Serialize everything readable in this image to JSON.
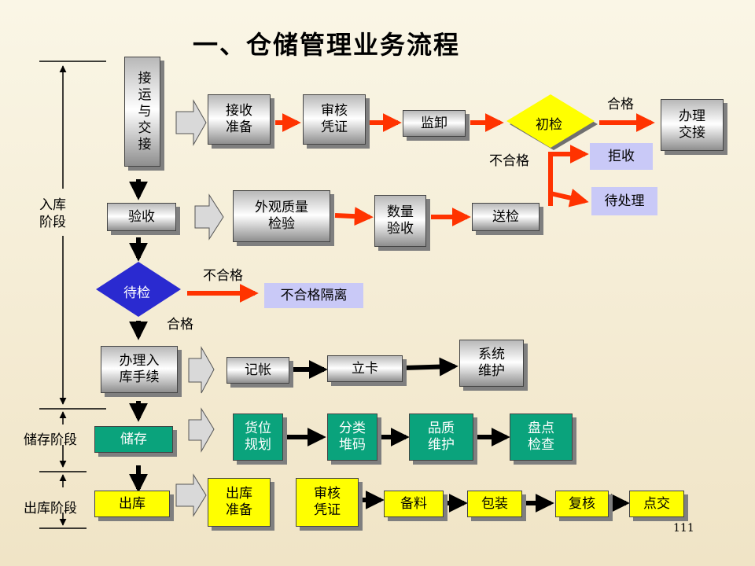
{
  "title": "一、仓储管理业务流程",
  "page_number": "111",
  "stage_labels": {
    "inbound": "入库\n阶段",
    "storage": "储存阶段",
    "outbound": "出库阶段"
  },
  "inbound_main": {
    "receive_handover": "接运与交接",
    "accept": "验收",
    "pending_inspect": "待检",
    "checkin_procedures": "办理入\n库手续"
  },
  "row1": {
    "prepare": "接收\n准备",
    "verify": "审核\n凭证",
    "unload": "监卸",
    "initial_check": "初检",
    "handover": "办理\n交接",
    "reject": "拒收",
    "pending": "待处理"
  },
  "row2": {
    "appearance": "外观质量\n检验",
    "quantity": "数量\n验收",
    "send_inspect": "送检"
  },
  "row3": {
    "isolate": "不合格隔离"
  },
  "row4": {
    "bookkeeping": "记帐",
    "card": "立卡",
    "system": "系统\n维护"
  },
  "storage": {
    "store": "储存",
    "location": "货位\n规划",
    "classify": "分类\n堆码",
    "quality": "品质\n维护",
    "inventory": "盘点\n检查"
  },
  "outbound": {
    "out": "出库",
    "prepare": "出库\n准备",
    "verify": "审核\n凭证",
    "materials": "备料",
    "pack": "包装",
    "recheck": "复核",
    "deliver": "点交"
  },
  "labels": {
    "qualified": "合格",
    "unqualified": "不合格"
  }
}
